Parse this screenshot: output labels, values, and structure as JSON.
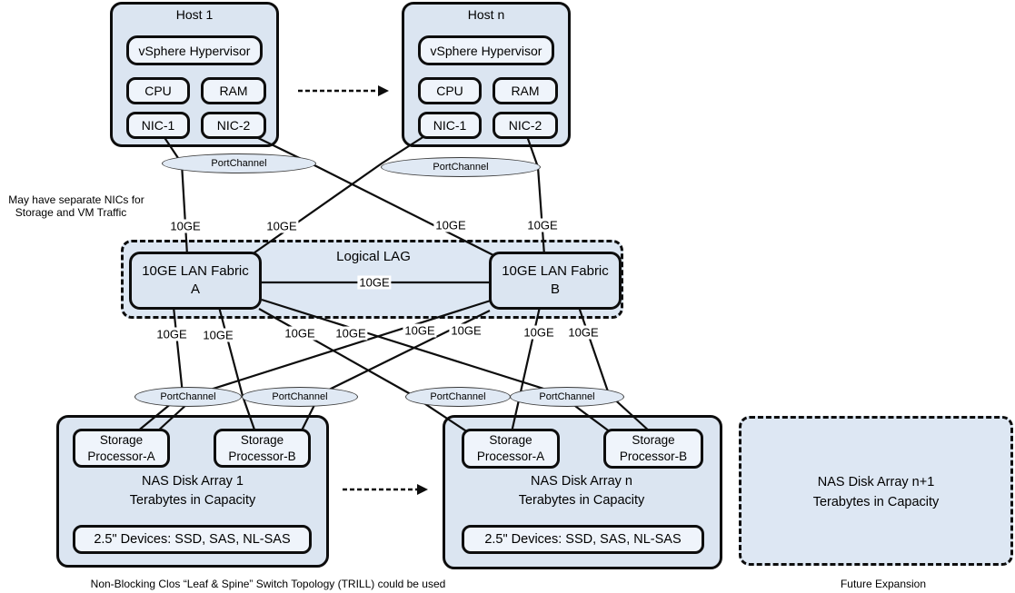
{
  "hosts": {
    "host1": {
      "title": "Host 1"
    },
    "hostn": {
      "title": "Host n"
    },
    "hypervisor": "vSphere Hypervisor",
    "cpu": "CPU",
    "ram": "RAM",
    "nic1": "NIC-1",
    "nic2": "NIC-2"
  },
  "labels": {
    "port_channel": "PortChannel",
    "link_speed": "10GE"
  },
  "lag": {
    "title": "Logical LAG",
    "fabric_name": "10GE LAN Fabric",
    "fabric_a_letter": "A",
    "fabric_b_letter": "B"
  },
  "storage": {
    "sp_line1": "Storage",
    "sp_a_line2": "Processor-A",
    "sp_b_line2": "Processor-B",
    "array1_name": "NAS Disk Array 1",
    "arrayn_name": "NAS Disk Array n",
    "future_name": "NAS Disk Array n+1",
    "capacity": "Terabytes in Capacity",
    "devices": "2.5\" Devices: SSD, SAS, NL-SAS"
  },
  "notes": {
    "nic_note_line1": "May have separate NICs for",
    "nic_note_line2": "Storage and VM Traffic",
    "bottom_caption": "Non-Blocking Clos “Leaf & Spine” Switch Topology (TRILL) could be used",
    "future_caption": "Future Expansion"
  },
  "colors": {
    "container_fill": "#dbe5f1",
    "inner_fill": "#eff4fb",
    "line": "#000000"
  }
}
